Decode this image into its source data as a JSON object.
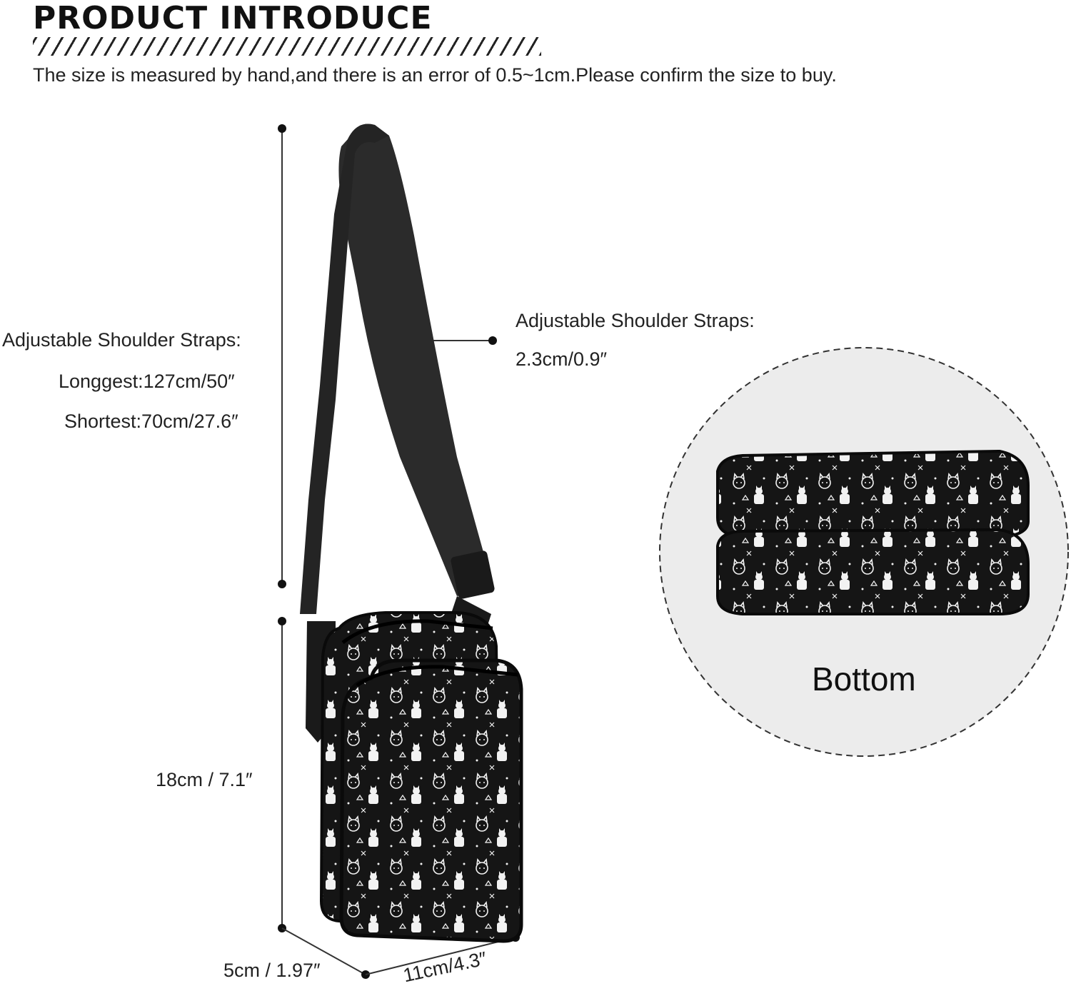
{
  "header": {
    "title": "PRODUCT INTRODUCE",
    "notice": "The size is measured by hand,and there is an error of 0.5~1cm.Please confirm the size to buy."
  },
  "left_strap": {
    "heading": "Adjustable Shoulder Straps:",
    "longest": "Longgest:127cm/50″",
    "shortest": "Shortest:70cm/27.6″"
  },
  "right_strap": {
    "heading": "Adjustable Shoulder Straps:",
    "width": "2.3cm/0.9″"
  },
  "dimensions": {
    "height": "18cm / 7.1″",
    "depth": "5cm / 1.97″",
    "width": "11cm/4.3″"
  },
  "detail": {
    "label": "Bottom"
  },
  "colors": {
    "bag": "#151515",
    "strap": "#2b2b2b",
    "print": "#f2f2f2",
    "circle_bg": "#ececec"
  }
}
